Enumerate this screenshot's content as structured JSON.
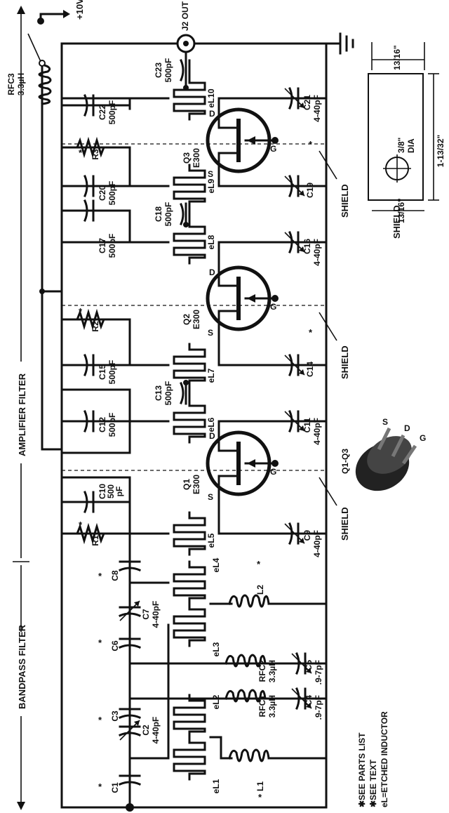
{
  "supply": {
    "label": "+10V"
  },
  "output": {
    "label": "J2 OUT"
  },
  "sections": {
    "bandpass": "BANDPASS FILTER",
    "amplifier": "AMPLIFIER FILTER"
  },
  "capacitors": {
    "C1": {
      "name": "C1"
    },
    "C2": {
      "name": "C2",
      "value": "4-40pF"
    },
    "C3": {
      "name": "C3"
    },
    "C4": {
      "name": "C4",
      "value": ".9-7pF"
    },
    "C5": {
      "name": "C5",
      "value": ".9-7pF"
    },
    "C6": {
      "name": "C6"
    },
    "C7": {
      "name": "C7",
      "value": "4-40pF"
    },
    "C8": {
      "name": "C8"
    },
    "C9": {
      "name": "C9",
      "value": "4-40pF"
    },
    "C10": {
      "name": "C10",
      "value": "500",
      "unit": "pF"
    },
    "C11": {
      "name": "C11",
      "value": "4-40pF"
    },
    "C12": {
      "name": "C12",
      "value": "500pF"
    },
    "C13": {
      "name": "C13",
      "value": "500pF"
    },
    "C14": {
      "name": "C14"
    },
    "C15": {
      "name": "C15",
      "value": "500pF"
    },
    "C16": {
      "name": "C16",
      "value": "4-40pF"
    },
    "C17": {
      "name": "C17",
      "value": "500pF"
    },
    "C18": {
      "name": "C18",
      "value": "500pF"
    },
    "C19": {
      "name": "C19"
    },
    "C20": {
      "name": "C20",
      "value": "500pF"
    },
    "C21": {
      "name": "C21",
      "value": "4-40pF"
    },
    "C22": {
      "name": "C22",
      "value": "500pF"
    },
    "C23": {
      "name": "C23",
      "value": "500pF"
    }
  },
  "resistors": {
    "R1": "R1",
    "R2": "R2",
    "R3": "R3"
  },
  "inductors": {
    "L1": "L1",
    "L2": "L2",
    "RFC1": {
      "name": "RFC1",
      "value": "3.3µH"
    },
    "RFC2": {
      "name": "RFC2",
      "value": "3.3µH"
    },
    "RFC3": {
      "name": "RFC3",
      "value": "3.3µH"
    }
  },
  "etched_inductors": [
    "eL1",
    "eL2",
    "eL3",
    "eL4",
    "eL5",
    "eL6",
    "eL7",
    "eL8",
    "eL9",
    "eL10"
  ],
  "transistors": [
    {
      "name": "Q1",
      "type": "E300"
    },
    {
      "name": "Q2",
      "type": "E300"
    },
    {
      "name": "Q3",
      "type": "E300"
    }
  ],
  "pins": {
    "s": "S",
    "d": "D",
    "g": "G"
  },
  "package": {
    "label": "Q1-Q3",
    "pins": [
      "S",
      "D",
      "G"
    ]
  },
  "shield_label": "SHIELD",
  "star": "*",
  "shield_drawing": {
    "title": "SHIELD",
    "hole": "3/8\"",
    "hole2": "DIA",
    "dim_a": "13/16\"",
    "dim_b": "1-13/32\"",
    "dim_c": "13/16\""
  },
  "notes": [
    "✱SEE PARTS LIST",
    "✱SEE TEXT",
    "eL=ETCHED INDUCTOR"
  ]
}
